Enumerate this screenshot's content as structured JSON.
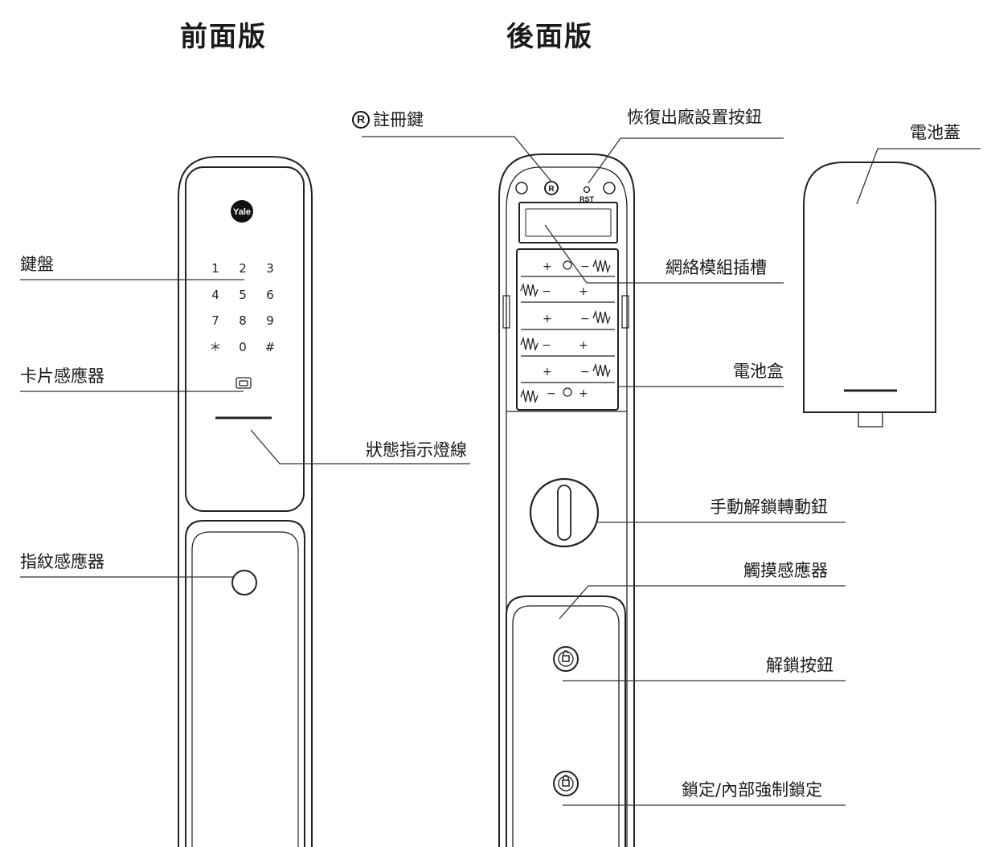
{
  "titles": {
    "front": "前面版",
    "back": "後面版"
  },
  "keypad": [
    "1",
    "2",
    "3",
    "4",
    "5",
    "6",
    "7",
    "8",
    "9",
    "＊",
    "0",
    "#"
  ],
  "brand": "Yale",
  "rst": "RST",
  "battery_signs": {
    "plus": "+",
    "minus": "−"
  },
  "labels": {
    "keypad": "鍵盤",
    "card_sensor": "卡片感應器",
    "status_light": "狀態指示燈線",
    "fingerprint": "指紋感應器",
    "register": "註冊鍵",
    "register_symbol": "R",
    "factory_reset": "恢復出廠設置按鈕",
    "battery_cover": "電池蓋",
    "network_slot": "網絡模組插槽",
    "battery_box": "電池盒",
    "manual_knob": "手動解鎖轉動鈕",
    "touch_sensor": "觸摸感應器",
    "unlock_button": "解鎖按鈕",
    "lock_button": "鎖定/內部強制鎖定"
  }
}
